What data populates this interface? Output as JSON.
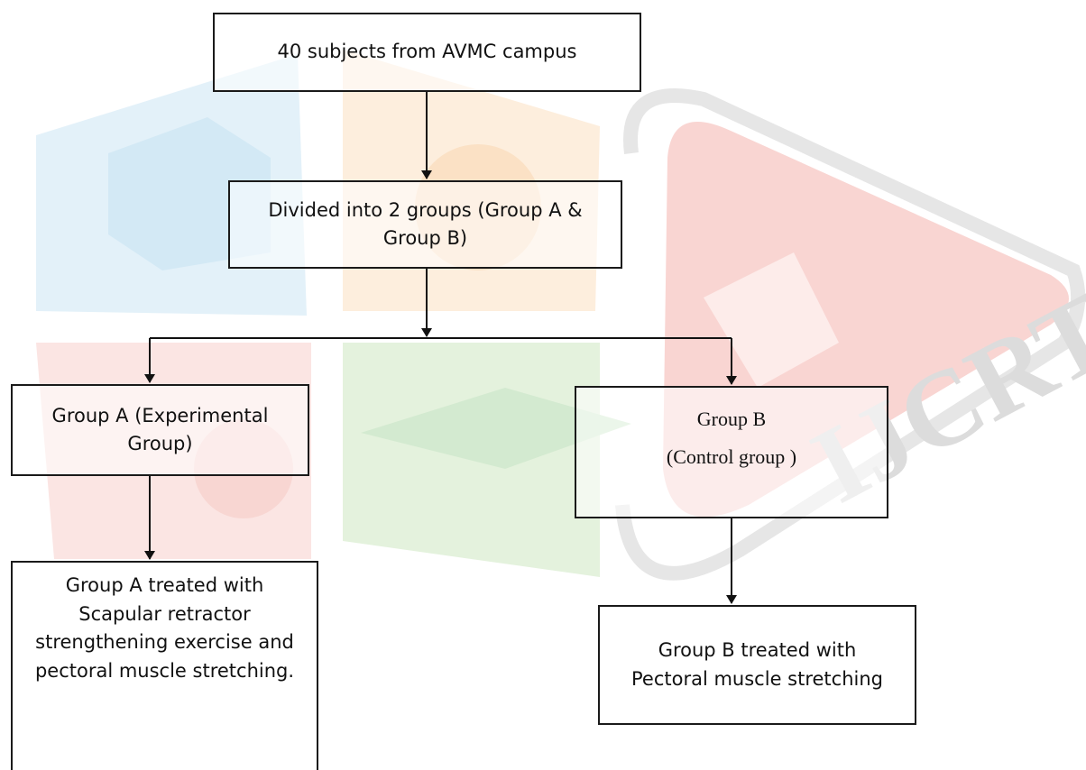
{
  "diagram": {
    "nodes": {
      "start": {
        "text": "40 subjects from AVMC campus"
      },
      "divide": {
        "text": "Divided into 2 groups (Group A & Group B)"
      },
      "group_a": {
        "text": "Group A (Experimental Group)"
      },
      "group_b": {
        "line1": "Group B",
        "line2": "(Control group )"
      },
      "treat_a": {
        "text": "Group A treated with Scapular retractor strengthening exercise and pectoral muscle stretching."
      },
      "treat_b": {
        "text": "Group B treated with Pectoral muscle stretching"
      }
    },
    "edges": [
      {
        "from": "start",
        "to": "divide"
      },
      {
        "from": "divide",
        "to": "group_a"
      },
      {
        "from": "divide",
        "to": "group_b"
      },
      {
        "from": "group_a",
        "to": "treat_a"
      },
      {
        "from": "group_b",
        "to": "treat_b"
      }
    ]
  },
  "watermark": {
    "text": "IJCRT",
    "colors": [
      "#dbeef8",
      "#fbe3cc",
      "#f7d3d3",
      "#dcefd6",
      "#f6c9c6"
    ]
  }
}
